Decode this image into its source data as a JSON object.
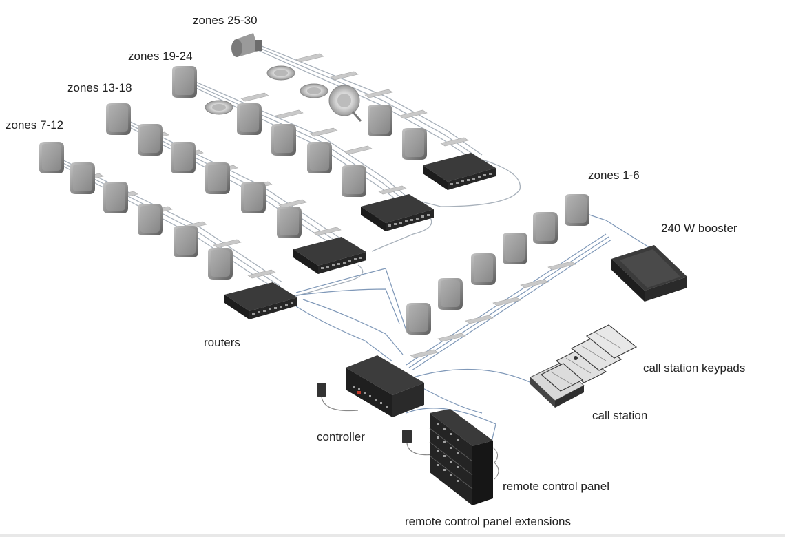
{
  "labels": {
    "zones_25_30": "zones 25-30",
    "zones_19_24": "zones 19-24",
    "zones_13_18": "zones 13-18",
    "zones_7_12": "zones 7-12",
    "zones_1_6": "zones 1-6",
    "booster": "240 W booster",
    "routers": "routers",
    "call_station_keypads": "call station keypads",
    "call_station": "call station",
    "controller": "controller",
    "remote_control_panel": "remote control panel",
    "remote_control_panel_extensions": "remote control panel extensions"
  },
  "colors": {
    "speaker_body": "#8a8a8a",
    "speaker_face": "#b0b0b0",
    "device_dark": "#2b2b2b",
    "device_top": "#3c3c3c",
    "cable": "#9aa6b2",
    "cable_blue": "#6f8fb8",
    "bus": "#c8c8c8",
    "label_text": "#222222"
  },
  "icons": {
    "speaker": "box-speaker-icon",
    "ceiling_speaker": "ceiling-speaker-icon",
    "horn": "horn-speaker-icon",
    "router": "router-device-icon",
    "controller": "controller-device-icon",
    "booster": "booster-amplifier-icon",
    "call_station": "call-station-icon",
    "power_adapter": "power-adapter-icon",
    "remote_panel": "remote-control-panel-icon"
  }
}
